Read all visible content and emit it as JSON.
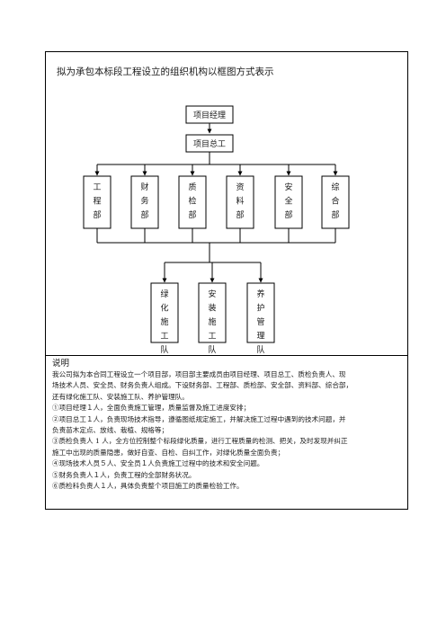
{
  "diagram": {
    "title": "拟为承包本标段工程设立的组织机构以框图方式表示",
    "manager": "项目经理",
    "chief_engineer": "项目总工",
    "departments": [
      "工程部",
      "财务部",
      "质检部",
      "资料部",
      "安全部",
      "综合部"
    ],
    "teams": [
      "绿化施工队",
      "安装施工队",
      "养护管理队"
    ]
  },
  "notes": {
    "heading": "说明",
    "lines": [
      "我公司拟为本合同工程设立一个项目部，项目部主要成员由项目经理、项目总工、质检负责人、现",
      "场技术人员、安全员、财务负责人组成。下设财务部、工程部、质检部、安全部、资料部、综合部，",
      "还有绿化施工队、安装施工队、养护管理队。",
      "①项目经理１人，全面负责施工管理，质量监督及施工进度安排；",
      "②项目总工１人，负责现场技术指导，遵循图纸规定施工，并解决施工过程中遇到的技术问题，并",
      "负责苗木定点、放线、栽植、规格等；",
      "③质检负责人 1 人，全方位控制整个标段绿化质量，进行工程质量的检测、把关，及时发现并纠正",
      "施工中出现的质量隐患，做好自查、自检、自纠工作，对绿化质量全面负责；",
      "④现场技术人员５人、安全员１人负责施工过程中的技术和安全问题。",
      "⑤财务负责人１人，负责工程的全部财务状况。",
      "⑥质检科负责人１人，具体负责整个项目施工的质量检验工作。"
    ]
  }
}
